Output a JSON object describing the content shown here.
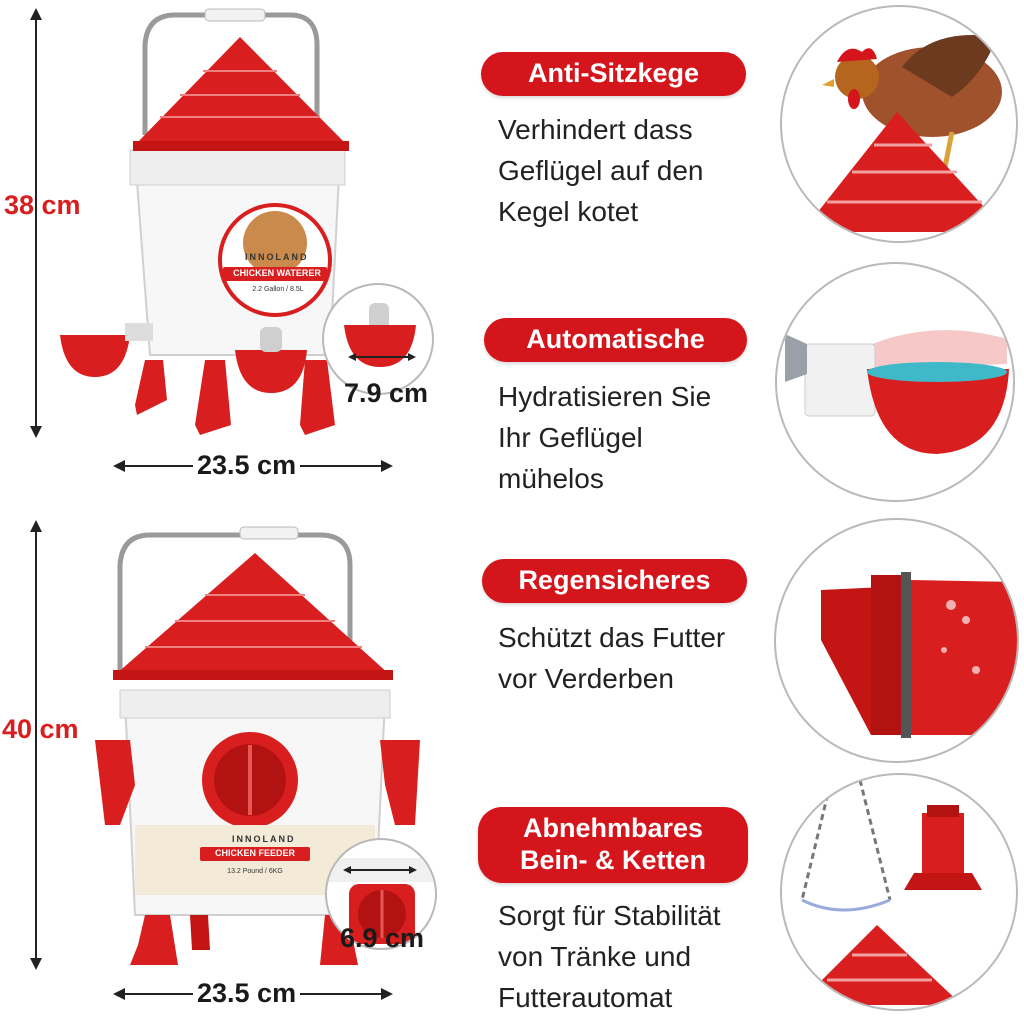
{
  "colors": {
    "accent": "#d4151c",
    "dimension_red": "#d81e1e",
    "text": "#222222"
  },
  "waterer": {
    "height_label": "38 cm",
    "width_label": "23.5 cm",
    "cup_label": "7.9 cm",
    "brand": "INNOLAND",
    "product_name": "CHICKEN WATERER",
    "capacity": "2.2 Gallon / 8.5L"
  },
  "feeder": {
    "height_label": "40 cm",
    "width_label": "23.5 cm",
    "port_label": "6.9 cm",
    "brand": "INNOLAND",
    "product_name": "CHICKEN FEEDER",
    "capacity": "13.2 Pound / 6KG"
  },
  "features": [
    {
      "title_lines": [
        "Anti-Sitzkege"
      ],
      "desc_lines": [
        "Verhindert dass",
        "Geflügel auf den",
        "Kegel kotet"
      ],
      "icon": "chicken-on-cone-icon"
    },
    {
      "title_lines": [
        "Automatische"
      ],
      "desc_lines": [
        "Hydratisieren Sie",
        "Ihr Geflügel",
        "mühelos"
      ],
      "icon": "water-cup-icon"
    },
    {
      "title_lines": [
        "Regensicheres"
      ],
      "desc_lines": [
        "Schützt das Futter",
        "vor Verderben"
      ],
      "icon": "rainproof-port-icon"
    },
    {
      "title_lines": [
        "Abnehmbares",
        "Bein- & Ketten"
      ],
      "desc_lines": [
        "Sorgt für Stabilität",
        "von Tränke und",
        "Futterautomat"
      ],
      "icon": "leg-and-chain-icon"
    }
  ]
}
